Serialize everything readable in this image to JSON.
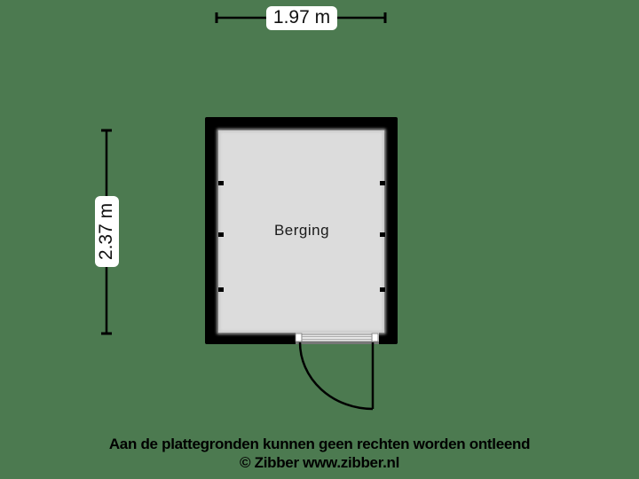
{
  "floorplan": {
    "background_color": "#4c7a50",
    "wall_color": "#000000",
    "floor_color": "#dcdcdc",
    "room": {
      "name": "Berging"
    },
    "dimensions": {
      "width_label": "1.97 m",
      "depth_label": "2.37 m"
    },
    "door": {
      "location": "bottom wall, right side",
      "swing": "outward"
    }
  },
  "footer": {
    "disclaimer": "Aan de plattegronden kunnen geen rechten worden ontleend",
    "copyright": "© Zibber www.zibber.nl"
  }
}
